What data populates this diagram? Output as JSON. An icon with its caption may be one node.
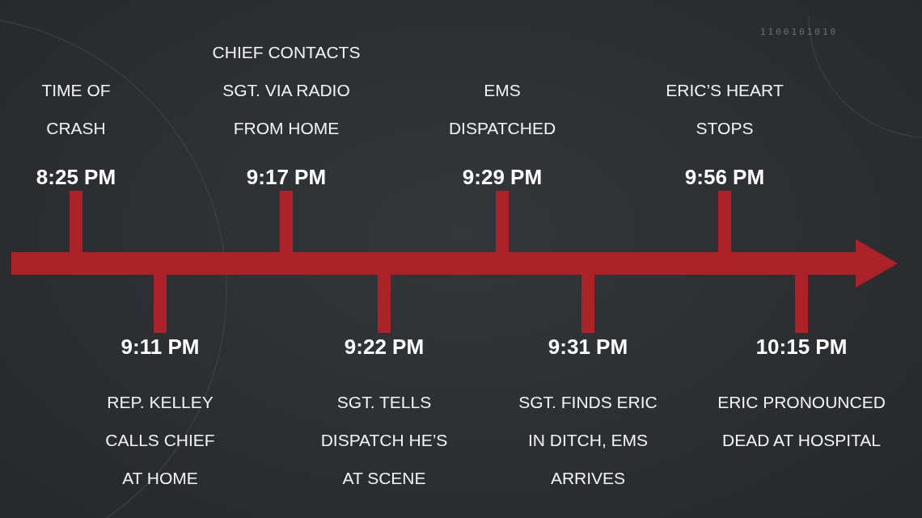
{
  "diagram": {
    "nodes": [
      {
        "text": [
          "TIME OF CRASH",
          "8:25 PM"
        ]
      },
      {
        "text": [
          "9:11 PM",
          "REP. KELLEY CALLS CHIEF AT HOME"
        ]
      },
      {
        "text": [
          "CHIEF CONTACTS SGT. VIA RADIO FROM HOME",
          "9:17 PM"
        ]
      },
      {
        "text": [
          "9:22 PM",
          "SGT. TELLS DISPATCH HE’S AT SCENE"
        ]
      },
      {
        "text": [
          "EMS DISPATCHED",
          "9:29 PM"
        ]
      },
      {
        "text": [
          "9:31 PM",
          "SGT. FINDS ERIC IN DITCH, EMS ARRIVES"
        ]
      },
      {
        "text": [
          "ERIC’S HEART STOPS",
          "9:56 PM"
        ]
      },
      {
        "text": [
          "10:15 PM",
          "ERIC PRONOUNCED DEAD AT HOSPITAL"
        ]
      },
      {
        "text": [],
        "shape": "arrow"
      }
    ],
    "edges": [
      {
        "from": 0,
        "to": 8,
        "arrow": "none"
      },
      {
        "from": 1,
        "to": 8,
        "arrow": "none"
      },
      {
        "from": 2,
        "to": 8,
        "arrow": "none"
      },
      {
        "from": 3,
        "to": 8,
        "arrow": "none"
      },
      {
        "from": 4,
        "to": 8,
        "arrow": "none"
      },
      {
        "from": 5,
        "to": 8,
        "arrow": "none"
      },
      {
        "from": 6,
        "to": 8,
        "arrow": "none"
      },
      {
        "from": 7,
        "to": 8,
        "arrow": "none"
      }
    ],
    "labels": [
      "1100101010"
    ]
  }
}
